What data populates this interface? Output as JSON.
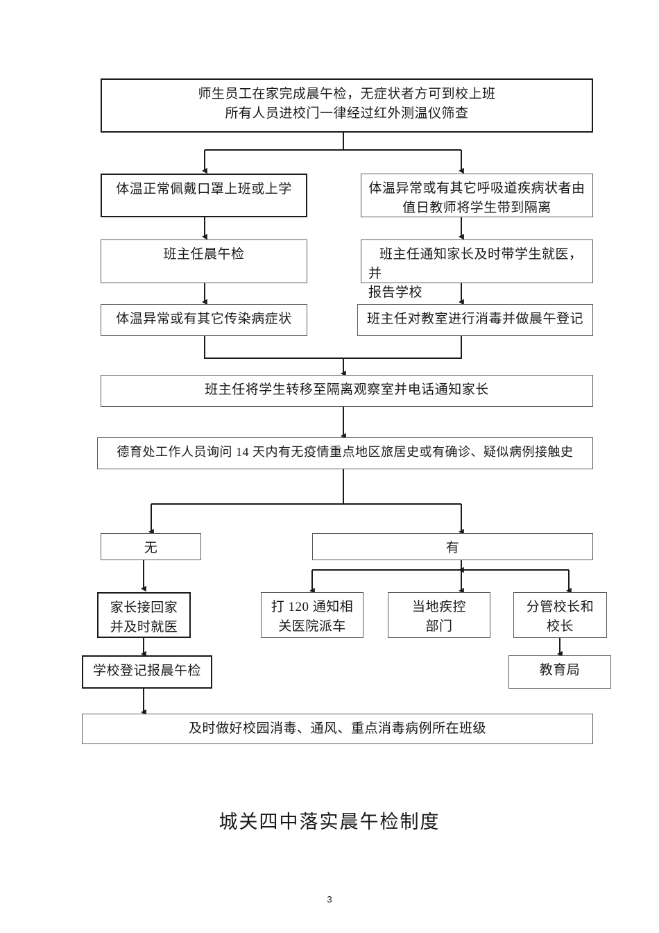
{
  "document": {
    "title": "城关四中落实晨午检制度",
    "page_number": "3"
  },
  "chart_data": {
    "type": "diagram",
    "title": "城关四中落实晨午检制度",
    "nodes": [
      {
        "id": "n1",
        "text": "师生员工在家完成晨午检，无症状者方可到校上班\n所有人员进校门一律经过红外测温仪筛查"
      },
      {
        "id": "n2",
        "text": "体温正常佩戴口罩上班或上学"
      },
      {
        "id": "n3",
        "text": "体温异常或有其它呼吸道疾病状者由\n值日教师将学生带到隔离"
      },
      {
        "id": "n4",
        "text": "班主任晨午检"
      },
      {
        "id": "n5",
        "text": "班主任通知家长及时带学生就医，并\n报告学校"
      },
      {
        "id": "n6",
        "text": "体温异常或有其它传染病症状"
      },
      {
        "id": "n7",
        "text": "班主任对教室进行消毒并做晨午登记"
      },
      {
        "id": "n8",
        "text": "班主任将学生转移至隔离观察室并电话通知家长"
      },
      {
        "id": "n9",
        "text": "德育处工作人员询问 14 天内有无疫情重点地区旅居史或有确诊、疑似病例接触史"
      },
      {
        "id": "n10",
        "text": "无"
      },
      {
        "id": "n11",
        "text": "有"
      },
      {
        "id": "n12",
        "text": "家长接回家\n并及时就医"
      },
      {
        "id": "n13",
        "text": "打 120 通知相\n关医院派车"
      },
      {
        "id": "n14",
        "text": "当地疾控\n部门"
      },
      {
        "id": "n15",
        "text": "分管校长和\n校长"
      },
      {
        "id": "n16",
        "text": "学校登记报晨午检"
      },
      {
        "id": "n17",
        "text": "教育局"
      },
      {
        "id": "n18",
        "text": "及时做好校园消毒、通风、重点消毒病例所在班级"
      }
    ],
    "edges": [
      {
        "from": "n1",
        "to": "n2"
      },
      {
        "from": "n1",
        "to": "n3"
      },
      {
        "from": "n2",
        "to": "n4"
      },
      {
        "from": "n3",
        "to": "n5"
      },
      {
        "from": "n4",
        "to": "n6"
      },
      {
        "from": "n5",
        "to": "n7"
      },
      {
        "from": "n6",
        "to": "n8"
      },
      {
        "from": "n7",
        "to": "n8"
      },
      {
        "from": "n8",
        "to": "n9"
      },
      {
        "from": "n9",
        "to": "n10"
      },
      {
        "from": "n9",
        "to": "n11"
      },
      {
        "from": "n10",
        "to": "n12"
      },
      {
        "from": "n11",
        "to": "n13"
      },
      {
        "from": "n11",
        "to": "n14"
      },
      {
        "from": "n11",
        "to": "n15"
      },
      {
        "from": "n12",
        "to": "n16"
      },
      {
        "from": "n15",
        "to": "n17"
      },
      {
        "from": "n16",
        "to": "n18"
      }
    ],
    "colors": {
      "box_border": "#5b5b5b",
      "box_border_heavy": "#1a1a1a",
      "connector": "#1a1a1a",
      "background": "#ffffff",
      "text": "#1a1a1a"
    }
  }
}
